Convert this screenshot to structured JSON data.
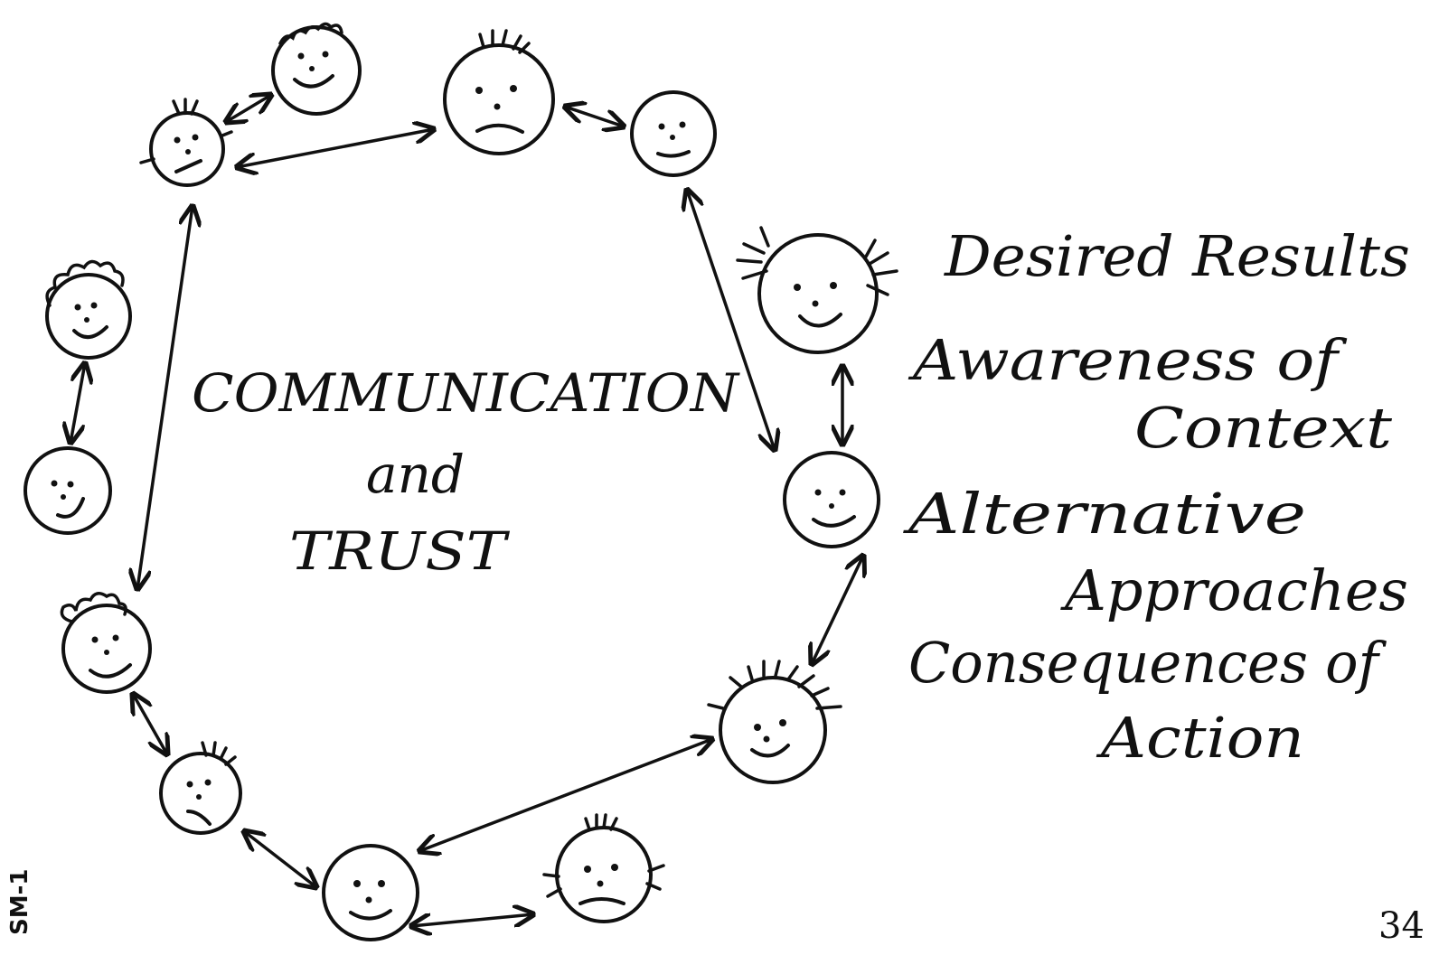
{
  "center": {
    "line1": "COMMUNICATION",
    "line2": "and",
    "line3": "TRUST"
  },
  "side_list": {
    "items": [
      "Desired Results",
      "Awareness of",
      "Context",
      "Alternative",
      "Approaches",
      "Consequences of",
      "Action"
    ]
  },
  "margin_label": "SM-1",
  "page_number": "34",
  "faces": [
    {
      "id": "f1",
      "expression": "neutral",
      "hair": "tuft"
    },
    {
      "id": "f2",
      "expression": "smile",
      "hair": "curly"
    },
    {
      "id": "f3",
      "expression": "frown",
      "hair": "tuft"
    },
    {
      "id": "f4",
      "expression": "smile",
      "hair": "none"
    },
    {
      "id": "f5",
      "expression": "smile",
      "hair": "curly"
    },
    {
      "id": "f6",
      "expression": "smile",
      "hair": "none"
    },
    {
      "id": "f7",
      "expression": "smile",
      "hair": "spiky"
    },
    {
      "id": "f8",
      "expression": "smile",
      "hair": "none"
    },
    {
      "id": "f9",
      "expression": "smile",
      "hair": "spiky"
    },
    {
      "id": "f10",
      "expression": "smile",
      "hair": "curly"
    },
    {
      "id": "f11",
      "expression": "frown",
      "hair": "tuft"
    },
    {
      "id": "f12",
      "expression": "smile",
      "hair": "none"
    },
    {
      "id": "f13",
      "expression": "frown",
      "hair": "spiky"
    }
  ],
  "colors": {
    "ink": "#111111",
    "paper": "#ffffff"
  }
}
